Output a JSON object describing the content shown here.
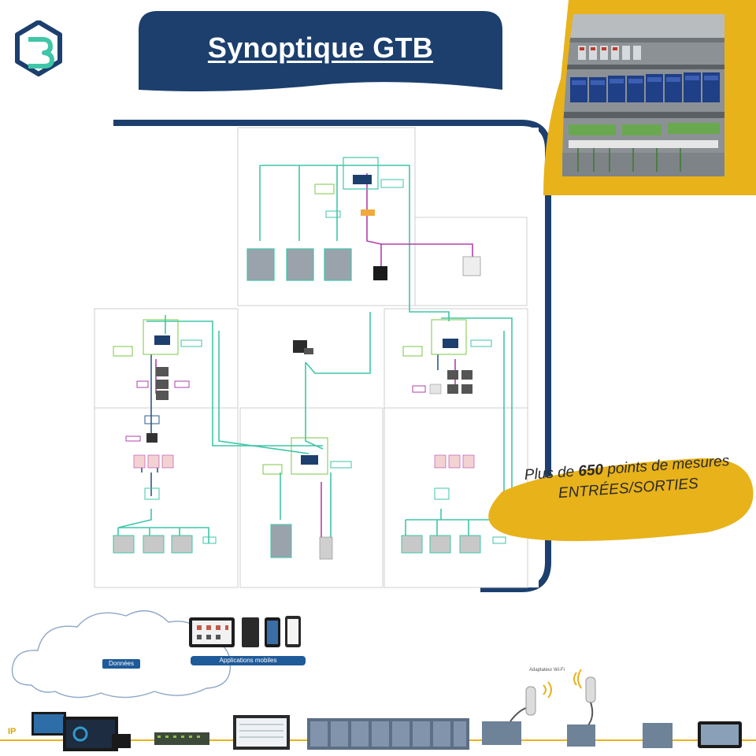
{
  "title": "Synoptique GTB",
  "measures": {
    "prefix": "Plus de",
    "count": "650",
    "suffix": "points de mesures",
    "line2": "ENTRÉES/SORTIES"
  },
  "bottom": {
    "cloud_label": "Données",
    "apps_label": "Applications mobiles",
    "wifi_label": "Adaptateur Wi-Fi",
    "ip_label": "IP"
  },
  "colors": {
    "navy": "#1c3f6e",
    "yellow": "#e8b21a",
    "teal": "#3fc6a8",
    "magenta": "#b23fae",
    "blue_line": "#2a5a8c"
  }
}
